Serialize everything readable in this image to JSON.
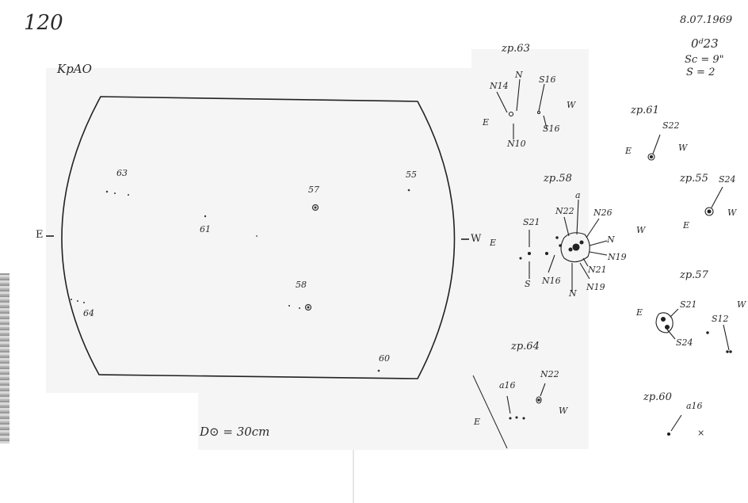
{
  "page_number": "120",
  "observation": {
    "date": "8.07.1969",
    "time": "0ᵈ23",
    "seeing": "Sc = 9\"",
    "s": "S = 2"
  },
  "disk": {
    "title": "KpAO",
    "east": "E",
    "west": "W",
    "diameter": "D⊙ = 30cm",
    "groups": [
      "63",
      "57",
      "55",
      "61",
      "64",
      "58",
      "60"
    ]
  },
  "details": {
    "gr63": {
      "title": "zp.63",
      "labels": [
        "N14",
        "N",
        "S16",
        "W",
        "E",
        "S16",
        "N10"
      ]
    },
    "gr61": {
      "title": "zp.61",
      "labels": [
        "S22",
        "E",
        "W"
      ]
    },
    "gr55": {
      "title": "zp.55",
      "labels": [
        "S24",
        "E",
        "W"
      ]
    },
    "gr58": {
      "title": "zp.58",
      "labels": [
        "a",
        "N22",
        "N26",
        "S21",
        "E",
        "N",
        "N19",
        "N21",
        "S",
        "N16",
        "N",
        "N19",
        "W"
      ]
    },
    "gr57": {
      "title": "zp.57",
      "labels": [
        "E",
        "S21",
        "S12",
        "W",
        "S24"
      ]
    },
    "gr64": {
      "title": "zp.64",
      "labels": [
        "a16",
        "N22",
        "W",
        "E"
      ]
    },
    "gr60": {
      "title": "zp.60",
      "labels": [
        "a16"
      ]
    }
  }
}
